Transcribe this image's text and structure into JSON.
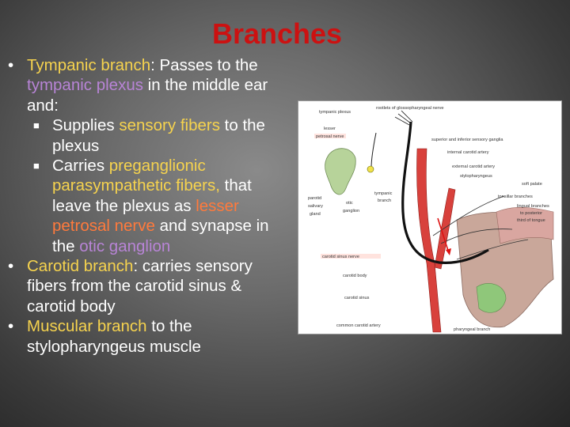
{
  "title": "Branches",
  "bullets": {
    "tympanic": {
      "label": "Tympanic branch",
      "t1": ": Passes to the ",
      "plexus": "tympanic plexus",
      "t2": " in the middle ear and:",
      "sub1": {
        "t1": "Supplies ",
        "sensory": "sensory fibers",
        "t2": " to the plexus"
      },
      "sub2": {
        "t1": "Carries ",
        "pre": "preganglionic parasympathetic fibers,",
        "t2": " that leave the plexus as ",
        "lesser": "lesser petrosal nerve",
        "t3": " and synapse in the ",
        "otic": "otic ganglion"
      }
    },
    "carotid": {
      "label": "Carotid branch",
      "t1": ": carries sensory fibers from the carotid sinus & carotid body"
    },
    "muscular": {
      "label": "Muscular branch",
      "t1": " to the stylopharyngeus muscle"
    }
  },
  "figure": {
    "labels": {
      "tympanic_plexus": "tympanic plexus",
      "rootlets": "rootlets of glossopharyngeal nerve",
      "lesser_petrosal_1": "lesser",
      "lesser_petrosal_2": "petrosal nerve",
      "ganglia": "superior and inferior sensory ganglia",
      "internal_carotid": "internal carotid artery",
      "external_carotid": "external carotid artery",
      "stylopharyngeus": "stylopharyngeus",
      "soft_palate": "soft palate",
      "tympanic_branch_1": "tympanic",
      "tympanic_branch_2": "branch",
      "tonsillar": "tonsillar branches",
      "parotid_1": "parotid",
      "parotid_2": "salivary",
      "parotid_3": "gland",
      "otic_1": "otic",
      "otic_2": "ganglion",
      "lingual_1": "lingual branches",
      "lingual_2": "to posterior",
      "lingual_3": "third of tongue",
      "carotid_sinus_nerve": "carotid sinus nerve",
      "carotid_body": "carotid body",
      "carotid_sinus": "carotid sinus",
      "common_carotid": "common carotid artery",
      "pharyngeal": "pharyngeal branch"
    }
  }
}
